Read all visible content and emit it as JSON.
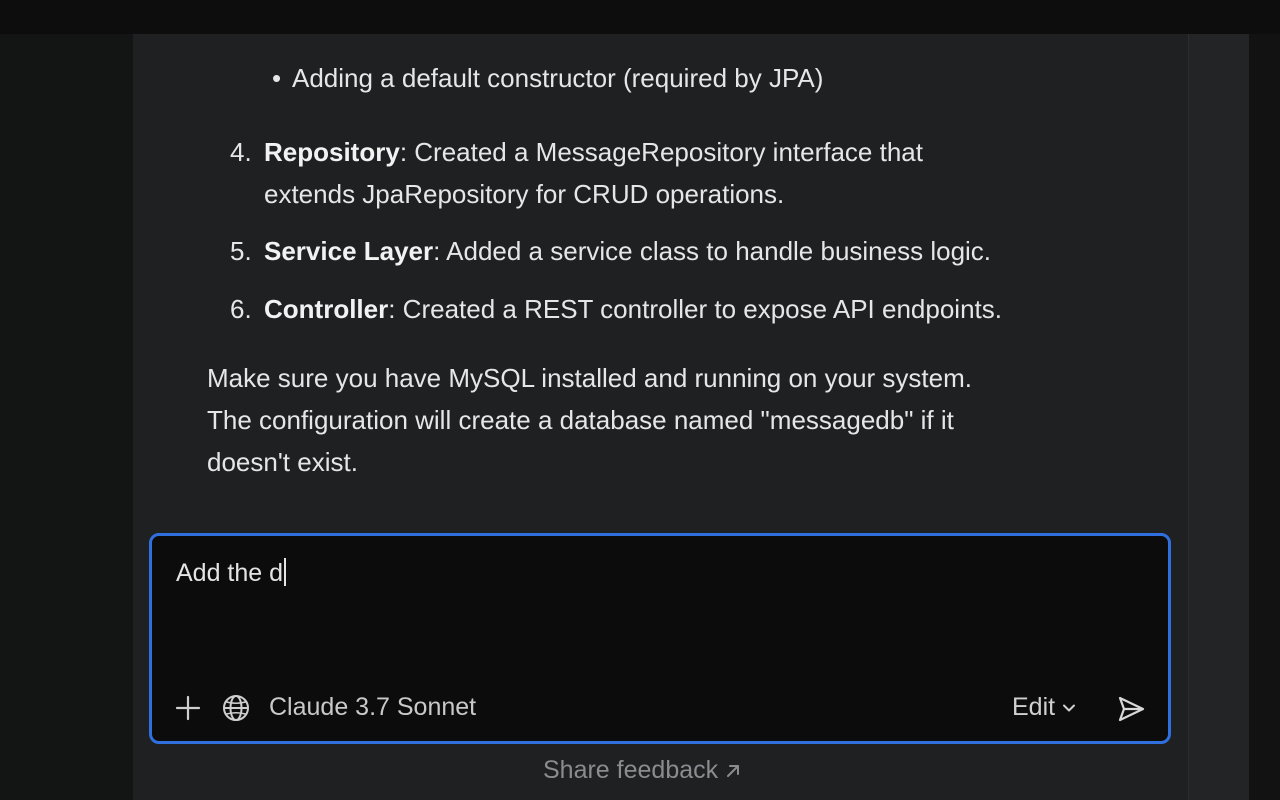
{
  "message": {
    "bullet": "Adding a default constructor (required by JPA)",
    "steps": [
      {
        "num": "4.",
        "title": "Repository",
        "text": ": Created a MessageRepository interface that",
        "cont": "extends JpaRepository for CRUD operations."
      },
      {
        "num": "5.",
        "title": "Service Layer",
        "text": ": Added a service class to handle business logic."
      },
      {
        "num": "6.",
        "title": "Controller",
        "text": ": Created a REST controller to expose API endpoints."
      }
    ],
    "paragraph_lines": [
      "Make sure you have MySQL installed and running on your system.",
      "The configuration will create a database named \"messagedb\" if it",
      "doesn't exist."
    ]
  },
  "composer": {
    "input_value": "Add the d",
    "model": "Claude 3.7 Sonnet",
    "mode": "Edit",
    "accent": "#2f6fde"
  },
  "footer": {
    "feedback_label": "Share feedback"
  },
  "icons": [
    "plus-icon",
    "globe-icon",
    "chevron-down-icon",
    "send-icon",
    "external-arrow-icon"
  ]
}
